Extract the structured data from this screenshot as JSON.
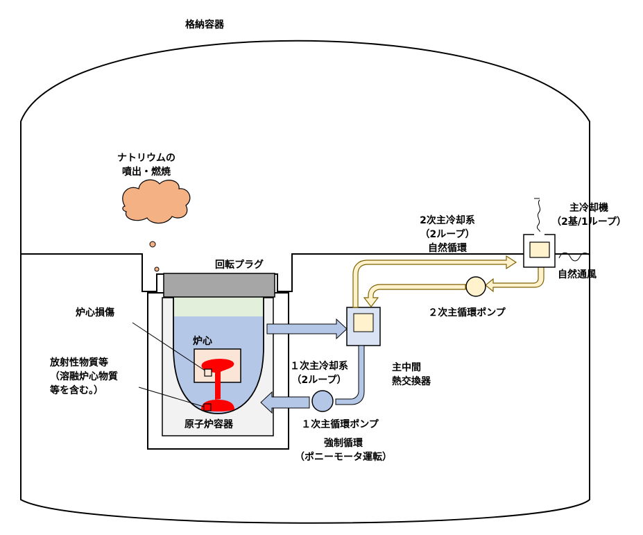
{
  "colors": {
    "sodium_cloud": "#f4b183",
    "vessel_sodium": "#b4c7e7",
    "cover_gas": "#e2efda",
    "rotating_plug": "#a6a6a6",
    "core": "#fbe5d6",
    "molten_debris": "#ff0000",
    "equipment": "#dae3f3",
    "pipe_fill": "#fff2cc",
    "pipe_edge": "#7f6000",
    "pump": "#b4c7e7",
    "guard_vessel": "#f2f2f2"
  },
  "labels": {
    "containment": "格納容器",
    "sodium_release": [
      "ナトリウムの",
      "噴出・燃焼"
    ],
    "rotating_plug": "回転プラグ",
    "core_damage": "炉心損傷",
    "core": "炉心",
    "radioactive": [
      "放射性物質等",
      "（溶融炉心物質",
      "等を含む。）"
    ],
    "reactor_vessel": "原子炉容器",
    "primary_system": [
      "１次主冷却系",
      "（2ループ）"
    ],
    "ihx": [
      "主中間",
      "熱交換器"
    ],
    "primary_pump": "１次主循環ポンプ",
    "forced_circulation": [
      "強制循環",
      "（ポニーモータ運転）"
    ],
    "secondary_system": [
      "2次主冷却系",
      "（2ループ）",
      "自然循環"
    ],
    "secondary_pump": "２次主循環ポンプ",
    "air_cooler": [
      "主冷却機",
      "（2基/1ループ）"
    ],
    "natural_draft": "自然通風"
  }
}
